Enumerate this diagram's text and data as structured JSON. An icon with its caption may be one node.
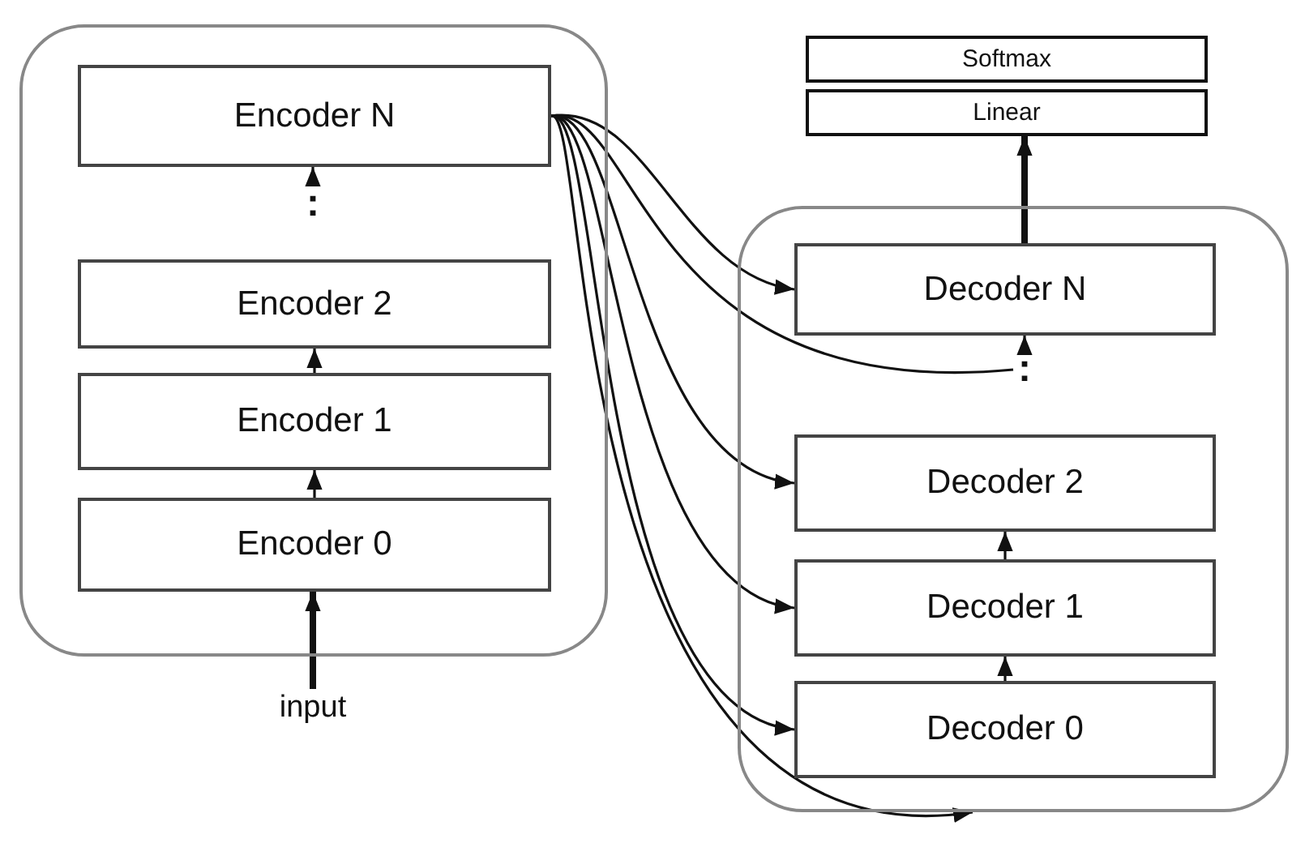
{
  "diagram": {
    "nodes": [
      {
        "text": [],
        "shape": "box"
      },
      {
        "text": [
          "Encoder N"
        ],
        "in": 0
      },
      {
        "text": [
          ":"
        ],
        "in": 0
      },
      {
        "text": [
          "Encoder 2"
        ],
        "in": 0
      },
      {
        "text": [
          "Encoder 1"
        ],
        "in": 0
      },
      {
        "text": [
          "Encoder 0"
        ],
        "in": 0
      },
      {
        "text": [
          "input"
        ]
      },
      {
        "text": [
          "Softmax"
        ]
      },
      {
        "text": [
          "Linear"
        ]
      },
      {
        "text": [],
        "shape": "box"
      },
      {
        "text": [
          "Decoder N"
        ],
        "in": 9
      },
      {
        "text": [
          ":"
        ],
        "in": 9
      },
      {
        "text": [
          "Decoder 2"
        ],
        "in": 9
      },
      {
        "text": [
          "Decoder 1"
        ],
        "in": 9
      },
      {
        "text": [
          "Decoder 0"
        ],
        "in": 9
      }
    ],
    "edges": [
      {
        "from": 6,
        "to": 5,
        "arrow": "to",
        "style": "thick"
      },
      {
        "from": 5,
        "to": 4,
        "arrow": "to"
      },
      {
        "from": 4,
        "to": 3,
        "arrow": "to"
      },
      {
        "from": 2,
        "to": 1,
        "arrow": "to"
      },
      {
        "from": 14,
        "to": 13,
        "arrow": "to"
      },
      {
        "from": 13,
        "to": 12,
        "arrow": "to"
      },
      {
        "from": 11,
        "to": 10,
        "arrow": "to"
      },
      {
        "from": 10,
        "to": 8,
        "arrow": "to",
        "style": "thick"
      },
      {
        "from": 1,
        "to": 10,
        "arrow": "to"
      },
      {
        "from": 1,
        "to": 11,
        "arrow": "none"
      },
      {
        "from": 1,
        "to": 12,
        "arrow": "to"
      },
      {
        "from": 1,
        "to": 13,
        "arrow": "to"
      },
      {
        "from": 1,
        "to": 14,
        "arrow": "to"
      },
      {
        "from": 1,
        "to": 9,
        "arrow": "to"
      }
    ]
  }
}
